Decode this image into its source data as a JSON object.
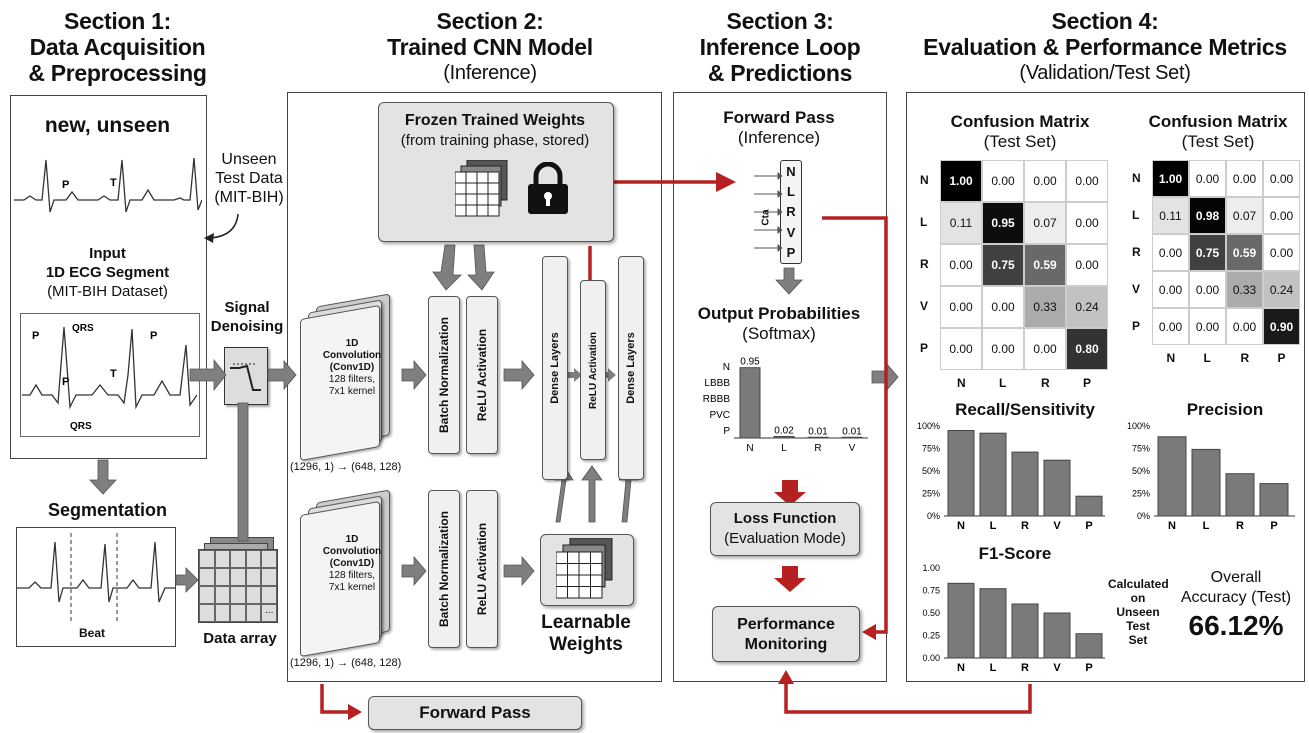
{
  "sections": {
    "s1": {
      "title": "Section 1:",
      "line2": "Data Acquisition",
      "line3": "& Preprocessing"
    },
    "s2": {
      "title": "Section 2:",
      "line2": "Trained CNN Model",
      "line3": "(Inference)"
    },
    "s3": {
      "title": "Section 3:",
      "line2": "Inference Loop",
      "line3": "& Predictions"
    },
    "s4": {
      "title": "Section 4:",
      "line2": "Evaluation & Performance Metrics",
      "line3": "(Validation/Test Set)"
    }
  },
  "s1": {
    "new_unseen": "new, unseen",
    "p_label": "P",
    "t_label": "T",
    "qrs_label": "QRS",
    "unseen_1": "Unseen",
    "unseen_2": "Test Data",
    "unseen_3": "(MIT-BIH)",
    "input_1": "Input",
    "input_2": "1D ECG Segment",
    "input_3": "(MIT-BIH Dataset)",
    "denoise_1": "Signal",
    "denoise_2": "Denoising",
    "segmentation": "Segmentation",
    "beat": "Beat",
    "data_array": "Data array",
    "dots": "..."
  },
  "s2": {
    "frozen_1": "Frozen Trained Weights",
    "frozen_2": "(from training phase, stored)",
    "conv_1": "1D",
    "conv_2": "Convolution",
    "conv_3": "(Conv1D)",
    "conv_4": "128 filters,",
    "conv_5": "7x1 kernel",
    "shape": "(1296, 1) → (648, 128)",
    "batch_norm": "Batch Normalization",
    "relu": "ReLU Activation",
    "dense": "Dense Layers",
    "learnable_1": "Learnable",
    "learnable_2": "Weights",
    "forward_pass": "Forward Pass"
  },
  "s3": {
    "fp_1": "Forward Pass",
    "fp_2": "(Inference)",
    "classes": [
      "N",
      "L",
      "R",
      "V",
      "P"
    ],
    "cta": "Cta",
    "out_1": "Output Probabilities",
    "out_2": "(Softmax)",
    "loss_1": "Loss Function",
    "loss_2": "(Evaluation Mode)",
    "perf_1": "Performance",
    "perf_2": "Monitoring"
  },
  "softmax_chart": {
    "type": "bar",
    "y_labels": [
      "N",
      "LBBB",
      "RBBB",
      "PVC",
      "P"
    ],
    "categories": [
      "N",
      "L",
      "R",
      "V"
    ],
    "values": [
      0.95,
      0.02,
      0.01,
      0.01
    ],
    "value_labels": [
      "0.95",
      "0.02",
      "0.01",
      "0.01"
    ],
    "ylim": [
      0,
      1
    ]
  },
  "s4": {
    "cm1_title": "Confusion Matrix",
    "cm1_sub": "(Test Set)",
    "cm2_title": "Confusion Matrix",
    "cm2_sub": "(Test Set)",
    "recall_title": "Recall/Sensitivity",
    "precision_title": "Precision",
    "f1_title": "F1-Score",
    "calc_1": "Calculated",
    "calc_2": "on Unseen",
    "calc_3": "Test",
    "calc_4": "Set",
    "overall_1": "Overall",
    "overall_2": "Accuracy (Test)",
    "accuracy": "66.12%"
  },
  "chart_data": [
    {
      "type": "heatmap",
      "title": "Confusion Matrix",
      "subtitle": "(Test Set)",
      "rows": [
        "N",
        "L",
        "R",
        "V",
        "P"
      ],
      "columns": [
        "N",
        "L",
        "R",
        "P"
      ],
      "values": [
        [
          "1.00",
          "0.00",
          "0.00",
          "0.00"
        ],
        [
          "0.11",
          "0.95",
          "0.07",
          "0.00"
        ],
        [
          "0.00",
          "0.75",
          "0.59",
          "0.00"
        ],
        [
          "0.00",
          "0.00",
          "0.33",
          "0.24"
        ],
        [
          "0.00",
          "0.00",
          "0.00",
          "0.80"
        ]
      ]
    },
    {
      "type": "heatmap",
      "title": "Confusion Matrix",
      "subtitle": "(Test Set)",
      "rows": [
        "N",
        "L",
        "R",
        "V",
        "P"
      ],
      "columns": [
        "N",
        "L",
        "R",
        "P"
      ],
      "values": [
        [
          "1.00",
          "0.00",
          "0.00",
          "0.00"
        ],
        [
          "0.11",
          "0.98",
          "0.07",
          "0.00"
        ],
        [
          "0.00",
          "0.75",
          "0.59",
          "0.00"
        ],
        [
          "0.00",
          "0.00",
          "0.33",
          "0.24"
        ],
        [
          "0.00",
          "0.00",
          "0.00",
          "0.90"
        ]
      ]
    },
    {
      "type": "bar",
      "title": "Recall/Sensitivity",
      "categories": [
        "N",
        "L",
        "R",
        "V",
        "P"
      ],
      "values": [
        95,
        92,
        71,
        62,
        22
      ],
      "yticks": [
        "100%",
        "75%",
        "50%",
        "25%",
        "0%"
      ],
      "ylim": [
        0,
        100
      ]
    },
    {
      "type": "bar",
      "title": "Precision",
      "categories": [
        "N",
        "L",
        "R",
        "P"
      ],
      "values": [
        88,
        74,
        47,
        36
      ],
      "yticks": [
        "100%",
        "75%",
        "50%",
        "25%",
        "0%"
      ],
      "ylim": [
        0,
        100
      ]
    },
    {
      "type": "bar",
      "title": "F1-Score",
      "categories": [
        "N",
        "L",
        "R",
        "V",
        "P"
      ],
      "values": [
        0.83,
        0.77,
        0.6,
        0.5,
        0.27
      ],
      "yticks": [
        "1.00",
        "0.75",
        "0.50",
        "0.25",
        "0.00"
      ],
      "ylim": [
        0,
        1
      ]
    }
  ],
  "colors": {
    "arrow_red": "#b52020",
    "arrow_gray": "#7f7f7f",
    "bar_gray": "#7a7a7a"
  }
}
